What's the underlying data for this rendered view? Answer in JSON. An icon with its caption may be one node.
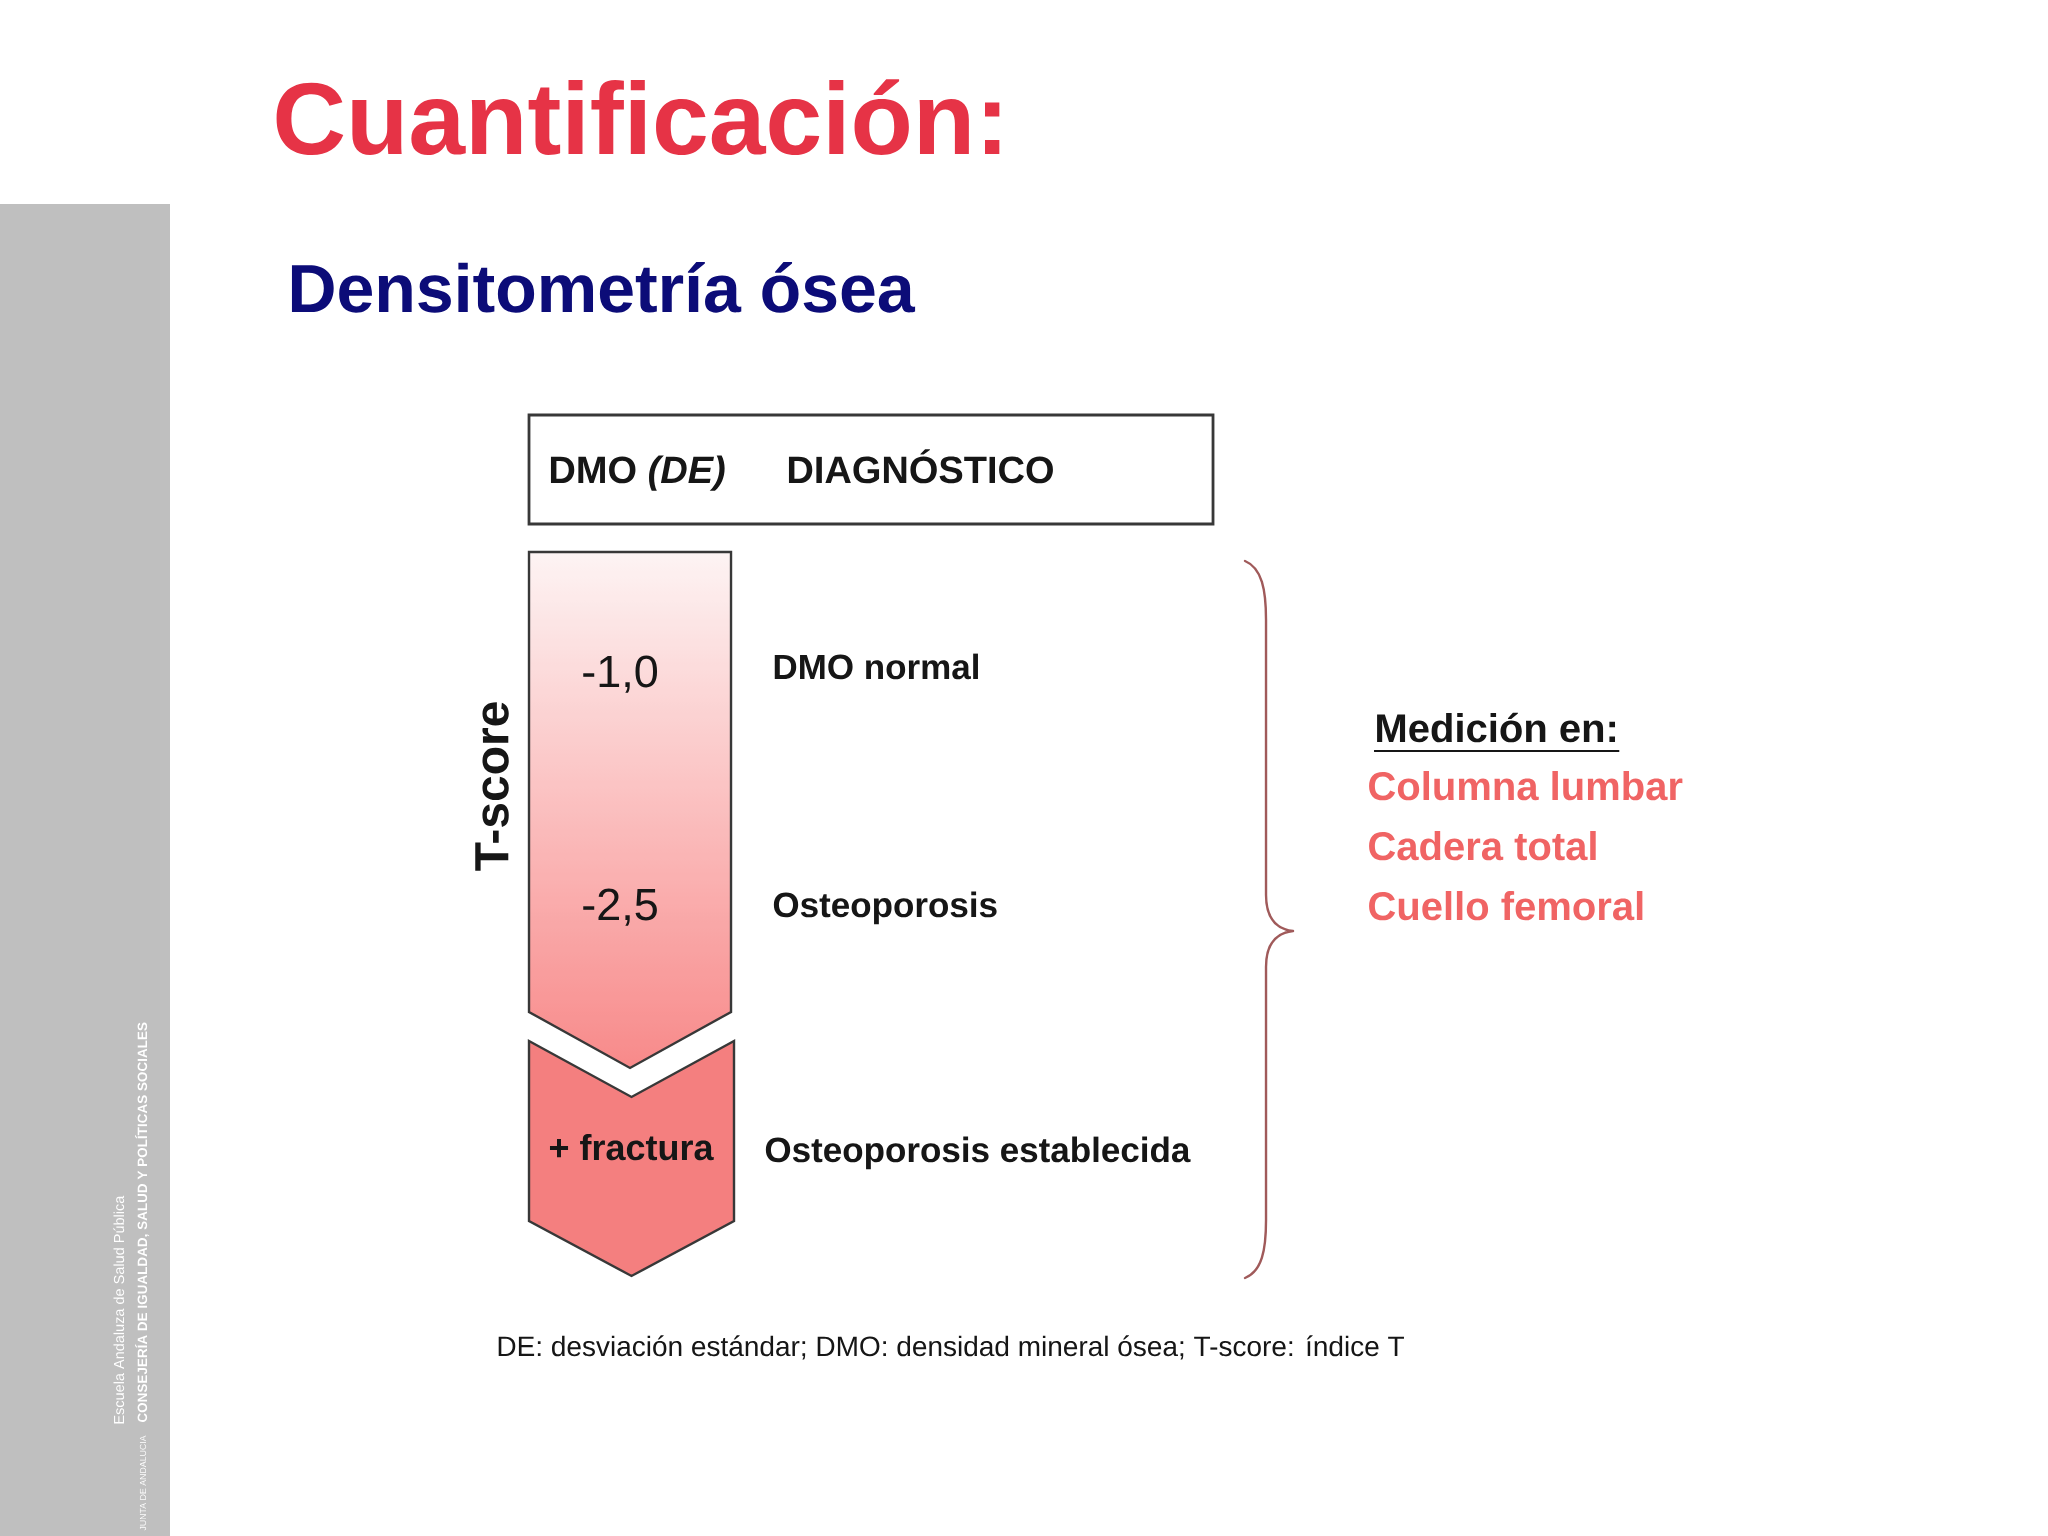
{
  "diagram": {
    "title": "Cuantificación:",
    "caption": "DE: desviación estándar; DMO: densidad mineral ósea; T-score: índice T",
    "nodes": [
      {
        "text": [
          "DMO *(DE)*",
          "DIAGNÓSTICO"
        ]
      },
      {
        "text": [
          "-1,0",
          "-2,5"
        ],
        "beside": [
          "T-score",
          "DMO normal",
          "Osteoporosis"
        ]
      },
      {
        "text": [
          "+ fractura"
        ],
        "beside": [
          "Osteoporosis establecida"
        ]
      }
    ],
    "labels": [
      "Densitometría ósea",
      "Medición en:",
      "Columna lumbar",
      "Cadera total",
      "Cuello femoral",
      "Escuela Andaluza de Salud Pública",
      "CONSEJERÍA DE IGUALDAD, SALUD Y POLÍTICAS SOCIALES",
      "JUNTA DE ANDALUCIA"
    ]
  }
}
